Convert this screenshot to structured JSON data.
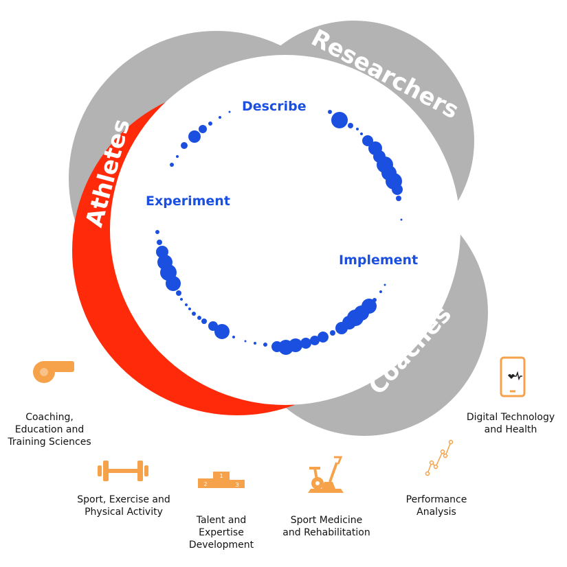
{
  "rings": {
    "researchers": "Researchers",
    "athletes": "Athletes",
    "coaches": "Coaches"
  },
  "stages": {
    "describe": "Describe",
    "implement": "Implement",
    "experiment": "Experiment"
  },
  "areas": {
    "coaching": "Coaching,\nEducation and\nTraining Sciences",
    "digital": "Digital Technology\nand Health",
    "sport_exercise": "Sport, Exercise and\nPhysical Activity",
    "talent": "Talent and\nExpertise\nDevelopment",
    "medicine": "Sport Medicine\nand Rehabilitation",
    "performance": "Performance\nAnalysis"
  },
  "podium_numbers": [
    "1",
    "2",
    "3"
  ],
  "icons": {
    "coaching": "whistle-icon",
    "digital": "tablet-heartbeat-icon",
    "sport_exercise": "dumbbell-icon",
    "talent": "podium-icon",
    "medicine": "exercise-bike-icon",
    "performance": "line-graph-icon"
  },
  "colors": {
    "ring_gray": "#b3b3b3",
    "ring_red": "#ff2a0a",
    "dot_blue": "#1a4fe0",
    "icon_orange": "#f5a24a"
  }
}
